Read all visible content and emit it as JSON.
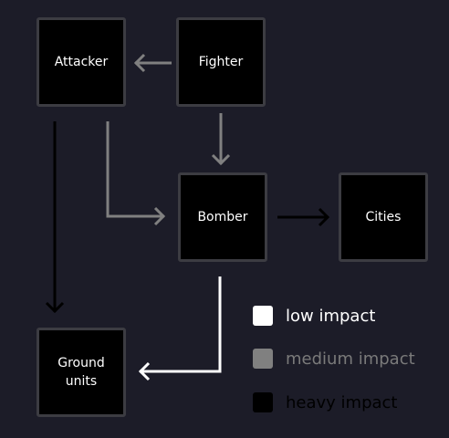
{
  "nodes": {
    "attacker": "Attacker",
    "fighter": "Fighter",
    "bomber": "Bomber",
    "cities": "Cities",
    "ground_units": "Ground\nunits"
  },
  "legend": [
    {
      "label": "low impact",
      "color": "#ffffff",
      "text_color": "#ffffff"
    },
    {
      "label": "medium impact",
      "color": "#808080",
      "text_color": "#7a7a7a"
    },
    {
      "label": "heavy impact",
      "color": "#000000",
      "text_color": "#000000"
    }
  ],
  "edges": [
    {
      "from": "Fighter",
      "to": "Attacker",
      "impact": "medium"
    },
    {
      "from": "Fighter",
      "to": "Bomber",
      "impact": "medium"
    },
    {
      "from": "Attacker",
      "to": "Bomber",
      "impact": "medium"
    },
    {
      "from": "Attacker",
      "to": "Ground units",
      "impact": "heavy"
    },
    {
      "from": "Bomber",
      "to": "Cities",
      "impact": "heavy"
    },
    {
      "from": "Bomber",
      "to": "Ground units",
      "impact": "low"
    }
  ],
  "impact_colors": {
    "low": "#ffffff",
    "medium": "#808080",
    "heavy": "#000000"
  }
}
